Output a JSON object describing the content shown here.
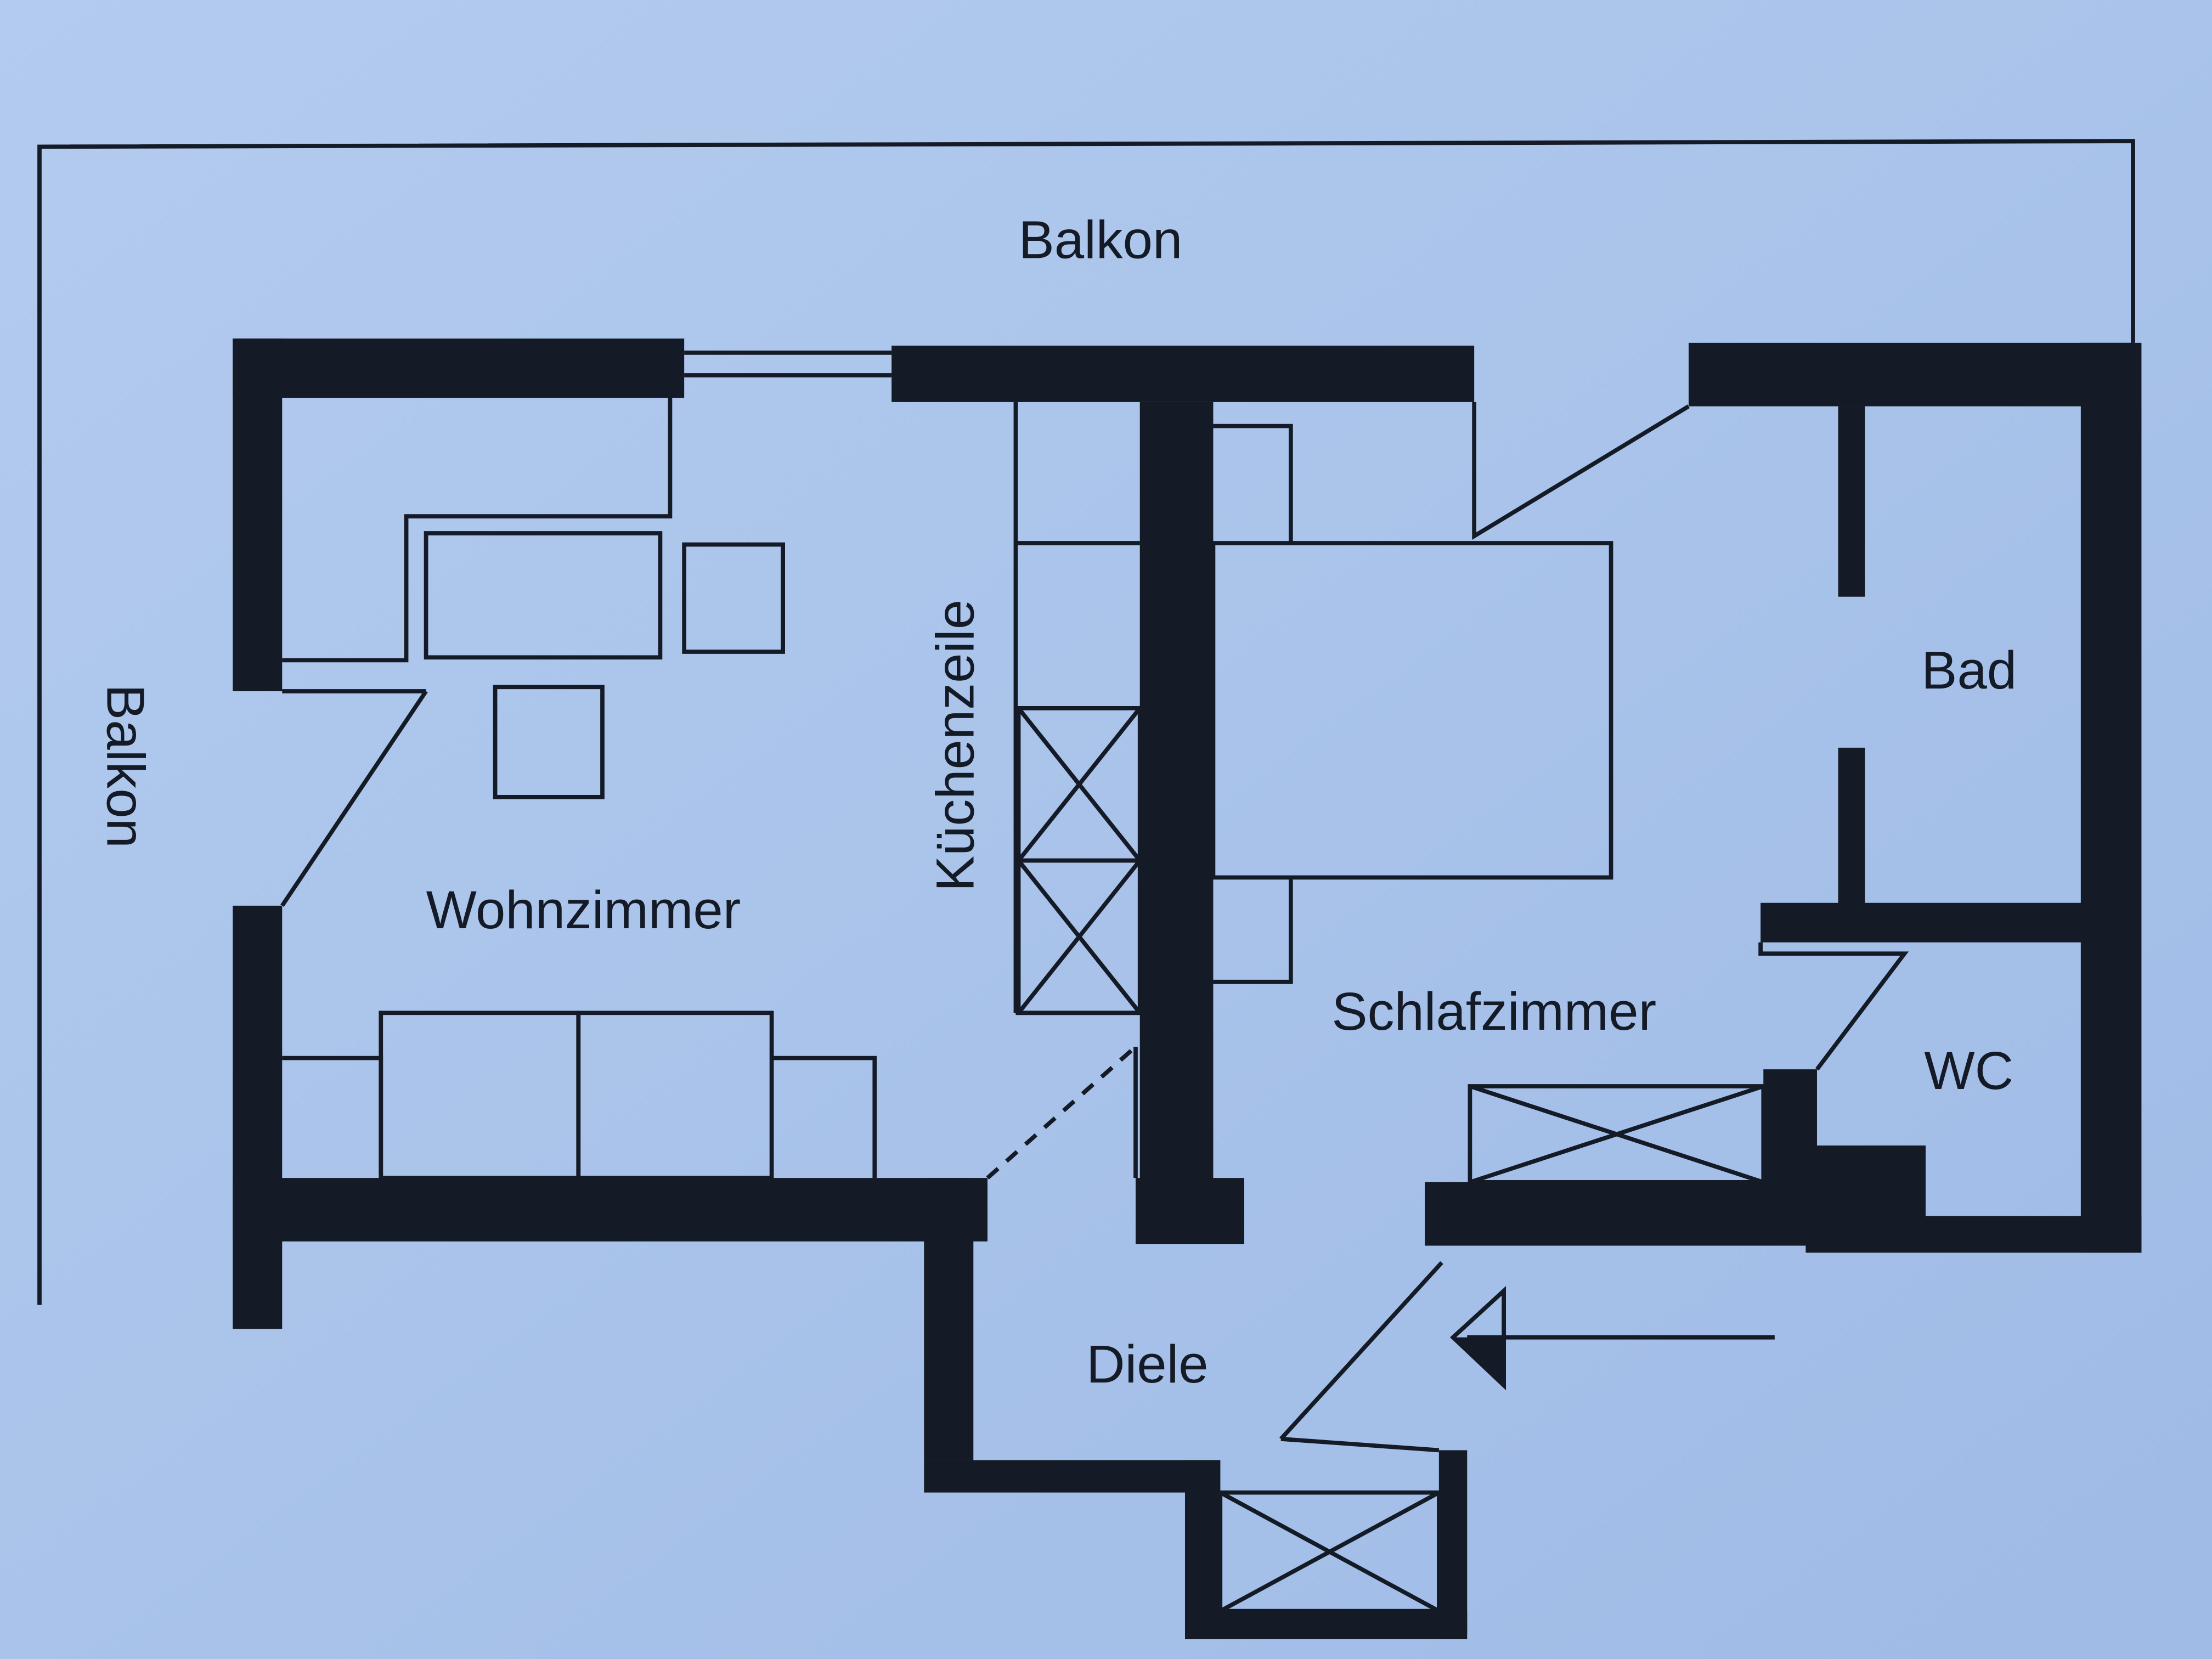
{
  "colors": {
    "paper": "#a9c3ea",
    "ink": "#141a26"
  },
  "rooms": {
    "balcony_top": "Balkon",
    "balcony_left": "Balkon",
    "living_room": "Wohnzimmer",
    "kitchenette": "Küchenzeile",
    "bedroom": "Schlafzimmer",
    "bathroom": "Bad",
    "toilet": "WC",
    "hallway": "Diele"
  }
}
